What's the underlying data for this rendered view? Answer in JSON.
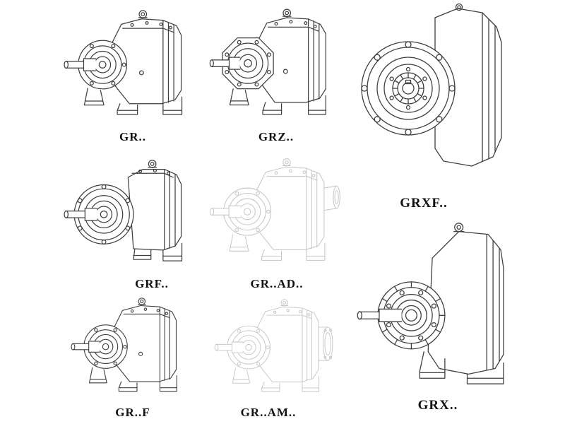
{
  "colors": {
    "background": "#ffffff",
    "line": "#3f3f3f",
    "ghost_line": "#c6c6c6",
    "label_text": "#111111"
  },
  "models": [
    {
      "id": "gr",
      "label": "GR..",
      "variant": "foot-mounted",
      "render": "solid"
    },
    {
      "id": "grz",
      "label": "GRZ..",
      "variant": "foot-mounted",
      "render": "solid"
    },
    {
      "id": "grxf",
      "label": "GRXF..",
      "variant": "flange-front-view",
      "render": "solid"
    },
    {
      "id": "grf",
      "label": "GRF..",
      "variant": "flange-mounted",
      "render": "solid"
    },
    {
      "id": "gr-ad",
      "label": "GR..AD..",
      "variant": "input-adapter",
      "render": "ghost"
    },
    {
      "id": "grx",
      "label": "GRX..",
      "variant": "foot-mounted-large",
      "render": "solid"
    },
    {
      "id": "gr-f",
      "label": "GR..F",
      "variant": "foot-mounted",
      "render": "solid"
    },
    {
      "id": "gr-am",
      "label": "GR..AM..",
      "variant": "motor-flange",
      "render": "ghost"
    }
  ]
}
